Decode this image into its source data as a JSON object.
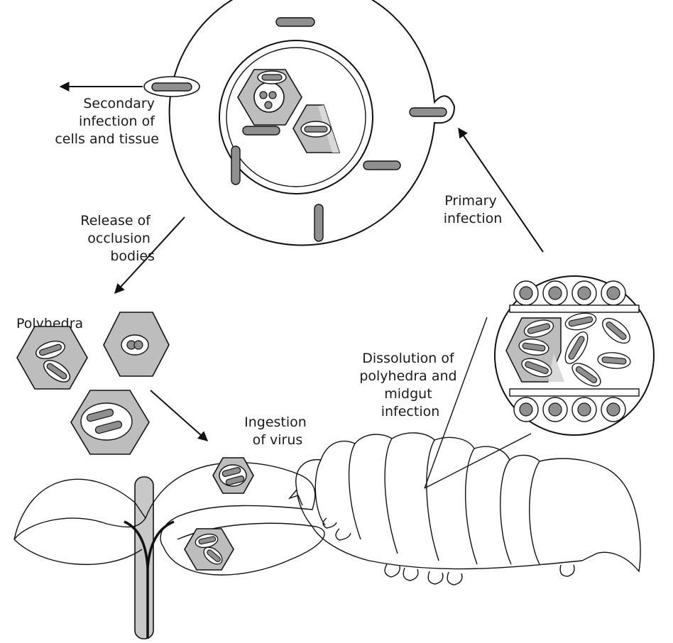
{
  "labels": {
    "secondary": [
      "Secondary",
      "infection of",
      "cells and tissue"
    ],
    "release": [
      "Release of",
      "occlusion",
      "bodies"
    ],
    "primary": [
      "Primary",
      "infection"
    ],
    "polyhedra": "Polyhedra",
    "dissolution": [
      "Dissolution of",
      "polyhedra and",
      "midgut",
      "infection"
    ],
    "ingestion": [
      "Ingestion",
      "of virus"
    ]
  },
  "colors": {
    "stroke": "#111111",
    "polyhedron_fill": "#bdbdbd",
    "virion_fill": "#8f8f8f",
    "stem_fill": "#c8c8c8",
    "background": "#ffffff"
  }
}
